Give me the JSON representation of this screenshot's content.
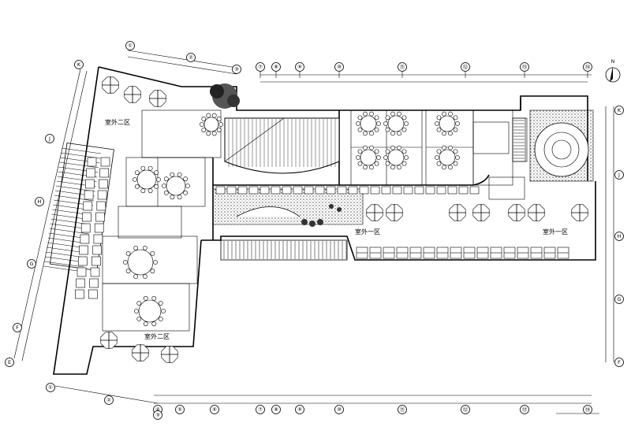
{
  "plan": {
    "grid_top": [
      "⑦",
      "⑧",
      "⑨",
      "⑩",
      "⑪",
      "⑫",
      "⑬",
      "⑭"
    ],
    "grid_bottom": [
      "④",
      "⑤",
      "⑥",
      "⑦",
      "⑧",
      "⑨",
      "⑩",
      "⑪",
      "⑫",
      "⑬",
      "⑭"
    ],
    "grid_upper_left": [
      "①",
      "②",
      "③"
    ],
    "grid_lower_left": [
      "①",
      "②",
      "③"
    ],
    "grid_left_letters": [
      "K",
      "J",
      "H",
      "G",
      "F",
      "E"
    ],
    "grid_right_letters": [
      "K",
      "J",
      "H",
      "G",
      "F"
    ],
    "zones": {
      "outdoor_2_upper": "室外二区",
      "outdoor_2_lower": "室外二区",
      "outdoor_1_center": "室外一区",
      "outdoor_1_right": "室外一区"
    },
    "north_label": "N",
    "colors": {
      "line": "#000000",
      "paper": "#ffffff"
    }
  }
}
